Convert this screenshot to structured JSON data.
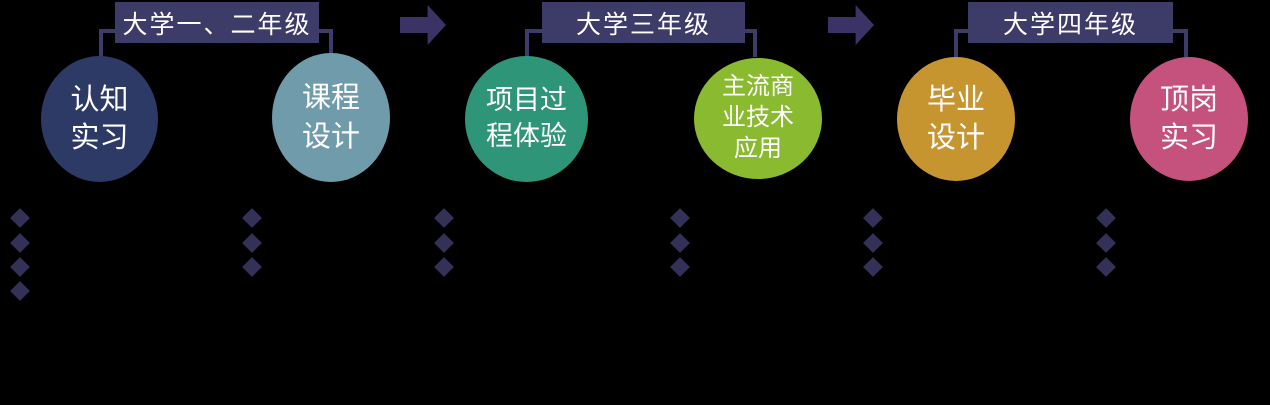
{
  "canvas": {
    "background_color": "#000000",
    "accent_color": "#3d3b68"
  },
  "icons": {
    "arrow": "right-block-arrow",
    "bullet": "diamond-bullet"
  },
  "stages": [
    {
      "title": "大学一、二年级",
      "circles": [
        {
          "name": "认知实习",
          "label": "认知\n实习",
          "color": "#2e3a66",
          "bullet_count": 4
        },
        {
          "name": "课程设计",
          "label": "课程\n设计",
          "color": "#6f9bab",
          "bullet_count": 3
        }
      ]
    },
    {
      "title": "大学三年级",
      "circles": [
        {
          "name": "项目过程体验",
          "label": "项目过\n程体验",
          "color": "#2f9579",
          "bullet_count": 3
        },
        {
          "name": "主流商业技术应用",
          "label": "主流商\n业技术\n应用",
          "color": "#8aba30",
          "bullet_count": 3
        }
      ]
    },
    {
      "title": "大学四年级",
      "circles": [
        {
          "name": "毕业设计",
          "label": "毕业\n设计",
          "color": "#c6952f",
          "bullet_count": 3
        },
        {
          "name": "顶岗实习",
          "label": "顶岗\n实习",
          "color": "#c5527d",
          "bullet_count": 3
        }
      ]
    }
  ]
}
